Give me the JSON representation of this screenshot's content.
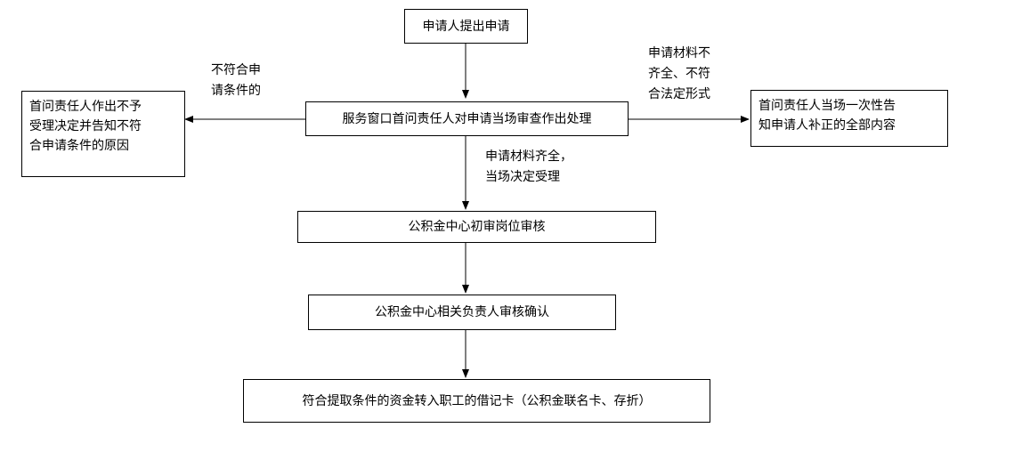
{
  "nodes": {
    "start": "申请人提出申请",
    "window": "服务窗口首问责任人对申请当场审查作出处理",
    "reject": [
      "首问责任人作出不予",
      "受理决定并告知不符",
      "合申请条件的原因"
    ],
    "supplement": [
      "首问责任人当场一次性告",
      "知申请人补正的全部内容"
    ],
    "initial_review": "公积金中心初审岗位审核",
    "confirm": "公积金中心相关负责人审核确认",
    "transfer": "符合提取条件的资金转入职工的借记卡（公积金联名卡、存折）"
  },
  "edge_labels": {
    "not_eligible": [
      "不符合申",
      "请条件的"
    ],
    "incomplete": [
      "申请材料不",
      "齐全、不符",
      "合法定形式"
    ],
    "accepted": [
      "申请材料齐全，",
      "当场决定受理"
    ]
  }
}
